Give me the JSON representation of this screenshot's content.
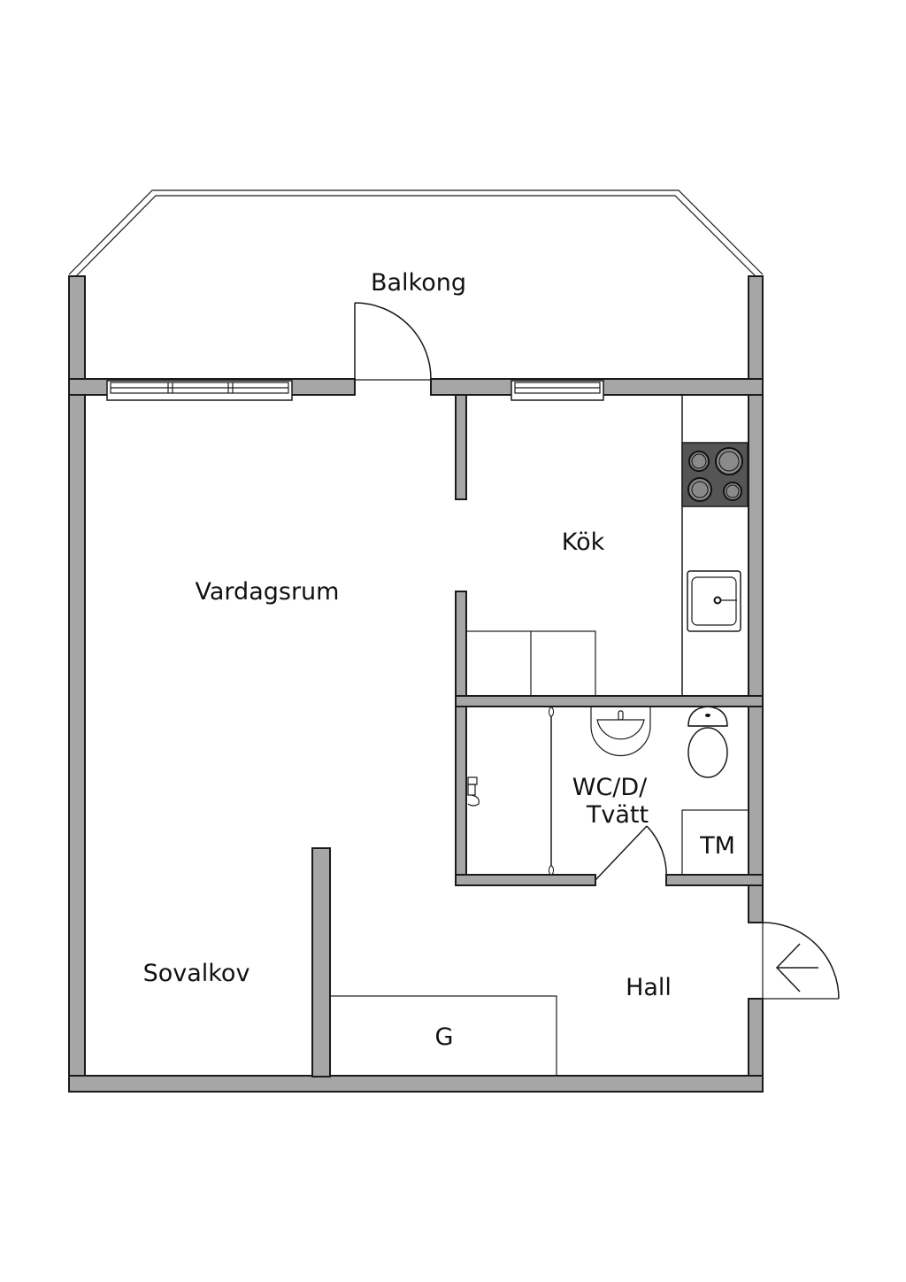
{
  "floorplan": {
    "rooms": {
      "balcony": "Balkong",
      "living_room": "Vardagsrum",
      "kitchen": "Kök",
      "bathroom_line1": "WC/D/",
      "bathroom_line2": "Tvätt",
      "washing_machine": "TM",
      "alcove": "Sovalkov",
      "hall": "Hall",
      "wardrobe": "G"
    },
    "colors": {
      "wall": "#a6a6a6",
      "stove": "#555555",
      "burner": "#8a8a8a",
      "line": "#1a1a1a"
    }
  }
}
